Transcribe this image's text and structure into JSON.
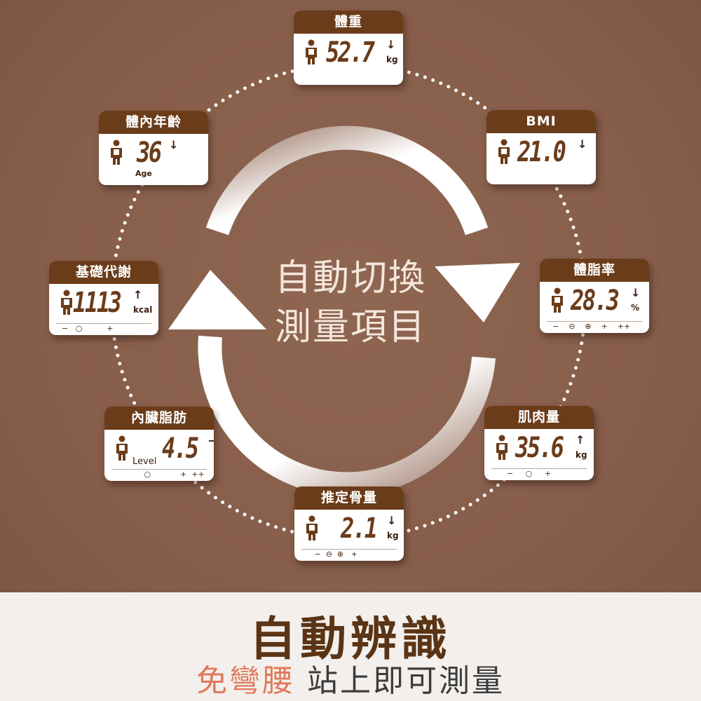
{
  "center": {
    "line1": "自動切換",
    "line2": "測量項目"
  },
  "footer": {
    "title": "自動辨識",
    "subtitle_highlight": "免彎腰",
    "subtitle_rest": " 站上即可測量"
  },
  "colors": {
    "background": "#8a6250",
    "header": "#6b3c1a",
    "title": "#5a3414",
    "accent": "#e0795a"
  },
  "cards": [
    {
      "id": "weight",
      "title": "體重",
      "value": "52.7",
      "trend": "↓",
      "unit": "kg",
      "icon": "person-kg-icon",
      "scale": ""
    },
    {
      "id": "bmi",
      "title": "BMI",
      "value": "21.0",
      "trend": "↓",
      "unit": "",
      "icon": "person-bmi-icon",
      "scale": ""
    },
    {
      "id": "body-fat",
      "title": "體脂率",
      "value": "28.3",
      "trend": "↓",
      "unit": "%",
      "icon": "person-fat-icon",
      "scale": "−    ⊖    ⊕    +    ++"
    },
    {
      "id": "muscle",
      "title": "肌肉量",
      "value": "35.6",
      "trend": "↑",
      "unit": "kg",
      "icon": "person-muscle-icon",
      "scale": "    −     ○     +"
    },
    {
      "id": "bone",
      "title": "推定骨量",
      "value": "2.1",
      "trend": "↓",
      "unit": "kg",
      "icon": "person-kg-icon",
      "scale": "   −  ⊖  ⊕   +"
    },
    {
      "id": "visceral-fat",
      "title": "內臟脂肪",
      "value": "4.5",
      "trend": "→",
      "unit": "Level",
      "icon": "person-visceral-icon",
      "scale": "           ○            +  ++"
    },
    {
      "id": "bmr",
      "title": "基礎代謝",
      "value": "1113",
      "trend": "↑",
      "unit": "kcal",
      "icon": "person-bmr-icon",
      "scale": "−   ○          +"
    },
    {
      "id": "body-age",
      "title": "體內年齡",
      "value": "36",
      "trend": "↓",
      "unit": "Age",
      "icon": "person-age-icon",
      "scale": ""
    }
  ]
}
